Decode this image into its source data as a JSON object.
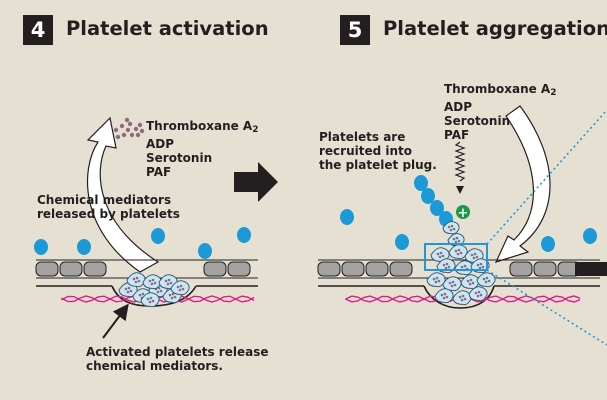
{
  "panel4": {
    "number": "4",
    "title": "Platelet activation",
    "mediators": [
      "Thromboxane A",
      "ADP",
      "Serotonin",
      "PAF"
    ],
    "mediator_subscript": "2",
    "released_label": [
      "Chemical mediators",
      "released by platelets"
    ],
    "activated_label": [
      "Activated platelets release",
      "chemical mediators."
    ]
  },
  "panel5": {
    "number": "5",
    "title": "Platelet aggregation",
    "mediators": [
      "Thromboxane A",
      "ADP",
      "Serotonin",
      "PAF"
    ],
    "mediator_subscript": "2",
    "recruited_label": [
      "Platelets are",
      "recruited into",
      "the platelet plug."
    ],
    "plus_sign": "+"
  },
  "colors": {
    "background": "#e6e0d3",
    "blood_cell": "#1b9ad7",
    "platelet": "#c9e6f4",
    "fiber": "#e31b84",
    "mediator_dot": "#8e6a7c",
    "green_badge": "#1a9a48",
    "highlight_box": "#2496d3",
    "arrow_black": "#231f20"
  }
}
